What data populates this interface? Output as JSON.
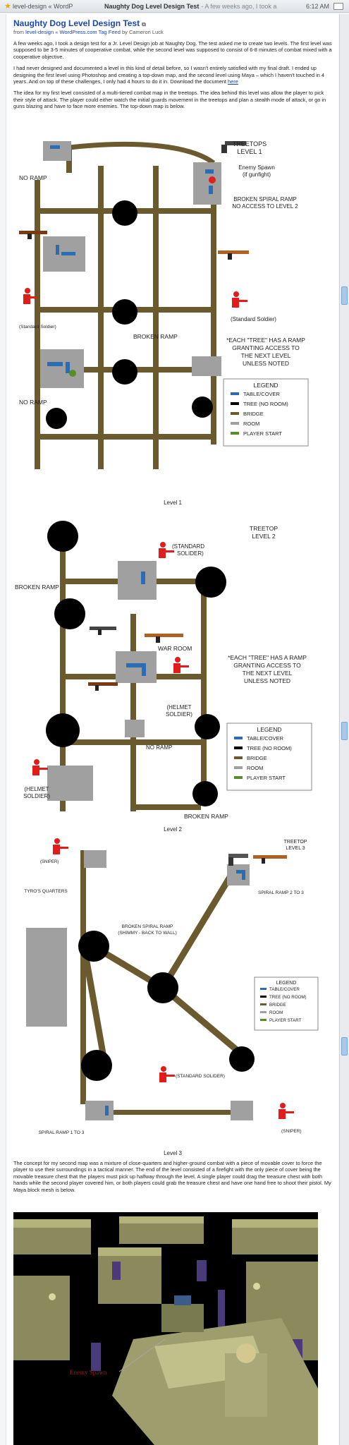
{
  "browser": {
    "feed_tab": "level-design &laquo; WordP",
    "title": "Naughty Dog Level Design Test",
    "snippet": "- A few weeks ago, I took a",
    "time": "6:12 AM"
  },
  "article": {
    "title": "Naughty Dog Level Design Test",
    "from_prefix": "from",
    "feed_link": "level-design &laquo; WordPress.com Tag Feed",
    "by": "by Cameron Luck",
    "p1": "A few weeks ago, I took a design test for a Jr. Level Design job at Naughty Dog. The test asked me to create two levels. The first level was supposed to be 3-5 minutes of cooperative combat, while the second level was supposed to consist of 6-8 minutes of combat mixed with a cooperative objective.",
    "p2": "I had never designed and documented a level in this kind of detail before, so I wasn't entirely satisfied with my final draft. I ended up designing the first level using Photoshop and creating a top-down map, and the second level using Maya – which I haven't touched in 4 years. And on top of these challenges, I only had 4 hours to do it in. Download the document",
    "p2_link": "here",
    "p3": "The idea for my first level consisted of a multi-tiered combat map in the treetops. The idea behind this level was allow the player to pick their style of attack. The player could either watch the initial guards movement in the treetops and plan a stealth mode of attack, or go in guns blazing and have to face more enemies. The top-down map is below.",
    "p4": "The concept for my second map was a mixture of close-quarters and higher-ground combat with a piece of movable cover to force the player to use their surroundings in a tactical manner. The end of the level consisted of a firefight with the only piece of cover being the movable treasure chest that the players must pick up halfway through the level. A single player could drag the treasure chest with both hands while the second player covered him, or both players could grab the treasure chest and have one hand free to shoot their pistol. My Maya block mesh is below."
  },
  "legend": {
    "title": "LEGEND",
    "items": [
      "TABLE/COVER",
      "TREE (NO ROOM)",
      "BRIDGE",
      "ROOM",
      "PLAYER START"
    ],
    "colors": [
      "#2a6db5",
      "#000000",
      "#6b5a2e",
      "#a0a0a0",
      "#5b8c2a"
    ]
  },
  "level1": {
    "caption": "Level 1",
    "title": [
      "TREETOPS",
      "LEVEL 1"
    ],
    "no_ramp": "NO RAMP",
    "enemy_spawn": [
      "Enemy Spawn",
      "(if gunfight)"
    ],
    "spiral": [
      "BROKEN SPIRAL RAMP",
      "NO ACCESS TO LEVEL 2"
    ],
    "standard_left": "(Standard Soldier)",
    "standard_right": "(Standard Soldier)",
    "broken_ramp": "BROKEN RAMP",
    "note": [
      "*EACH \"TREE\" HAS A RAMP",
      "GRANTING ACCESS TO",
      "THE NEXT LEVEL",
      "UNLESS NOTED"
    ],
    "no_ramp_2": "NO RAMP"
  },
  "level2": {
    "caption": "Level 2",
    "title": [
      "TREETOP",
      "LEVEL 2"
    ],
    "standard": [
      "(STANDARD",
      "SOLIDER)"
    ],
    "broken_ramp_top": "BROKEN RAMP",
    "war_room": "WAR ROOM",
    "helmet_right": [
      "(HELMET",
      "SOLDIER)"
    ],
    "no_ramp": "NO RAMP",
    "helmet_left": [
      "(HELMET",
      "SOLDIER)"
    ],
    "broken_ramp_bottom": "BROKEN RAMP",
    "note": [
      "*EACH \"TREE\" HAS A RAMP",
      "GRANTING ACCESS TO",
      "THE NEXT LEVEL",
      "UNLESS NOTED"
    ]
  },
  "level3": {
    "caption": "Level 3",
    "title": [
      "TREETOP",
      "LEVEL 3"
    ],
    "sniper_top": "(SNIPER)",
    "quarters": "TYRO'S QUARTERS",
    "broken_spiral": [
      "BROKEN SPIRAL RAMP",
      "(SHIMMY - BACK TO WALL)"
    ],
    "spiral_2_3": "SPIRAL RAMP 2 TO 3",
    "standard": "(STANDARD SOLIDER)",
    "spiral_1_3": "SPIRAL RAMP 1 TO 3",
    "sniper_bottom": "(SNIPER)"
  },
  "maya": {
    "spawn_label": "Enemy Spawn"
  }
}
